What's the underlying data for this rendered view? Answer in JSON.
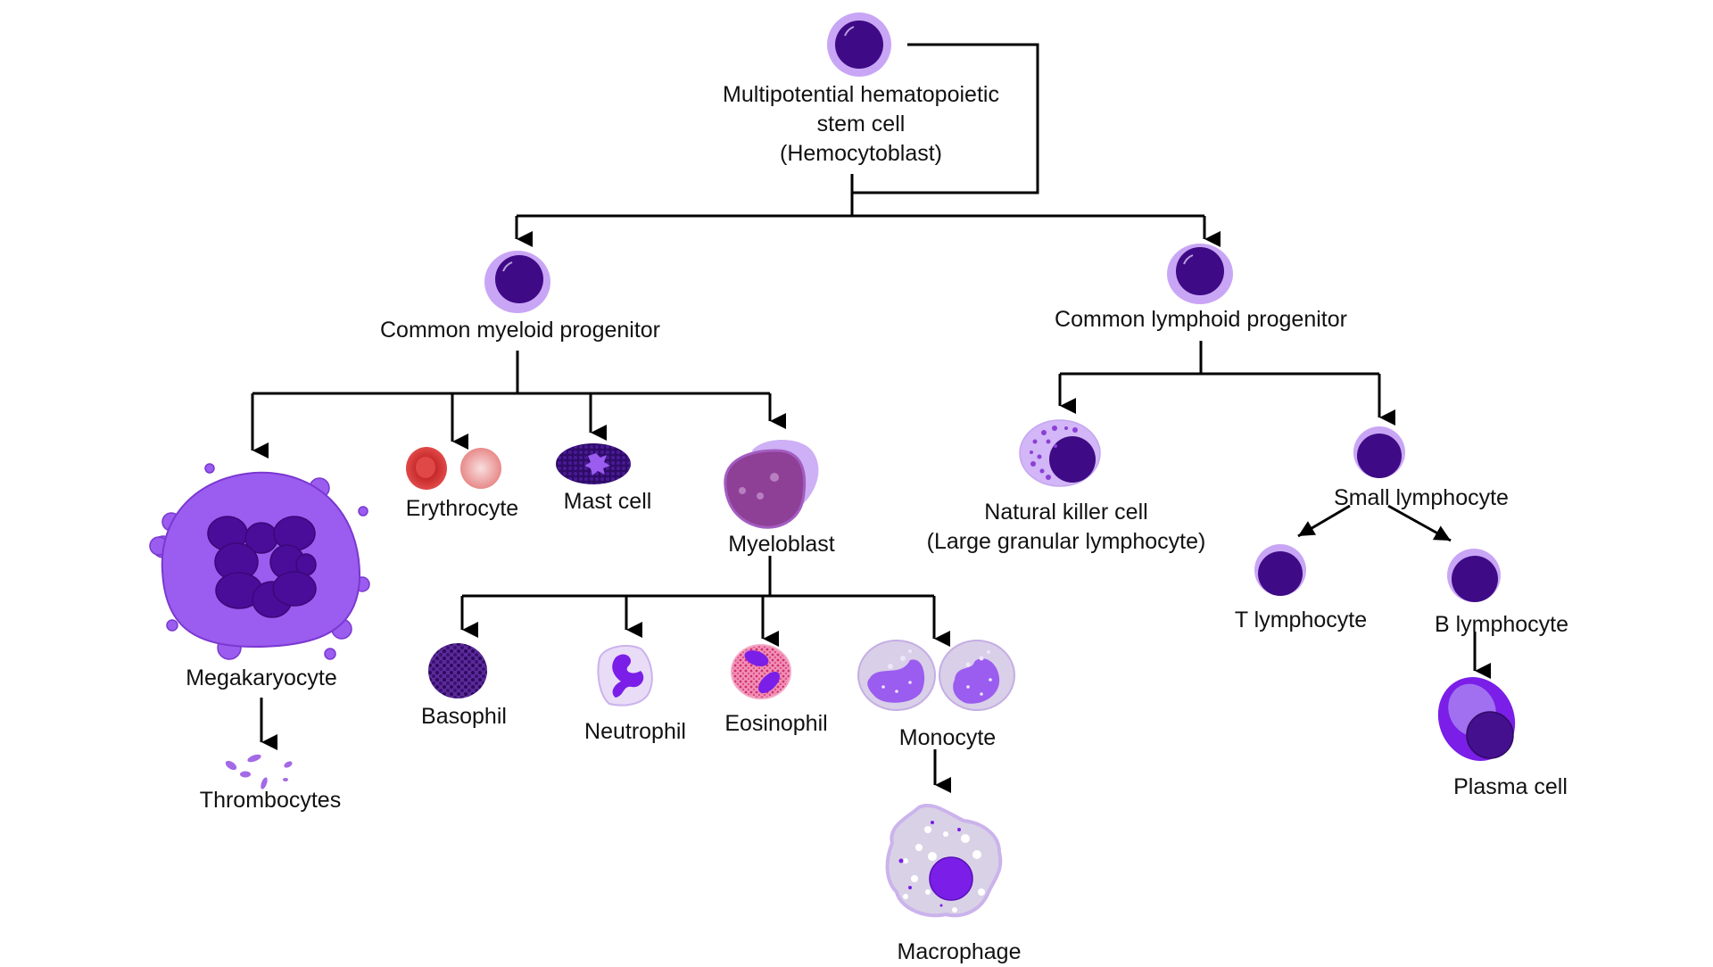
{
  "title": "Hematopoiesis lineage diagram",
  "colors": {
    "nucleus": "#3f0a85",
    "cytoplasm": "#c9a6f5",
    "megakaryocyte": "#9b5cf0",
    "erythrocyte": "#d63a3a",
    "erythrocyte_light": "#f0a8a8",
    "myeloblast": "#8e3f96",
    "monocyte": "#d9cfe8",
    "plasma": "#7a1ee8",
    "arrow": "#000000"
  },
  "cells": {
    "stem": {
      "label_lines": [
        "Multipotential hematopoietic",
        "stem cell",
        "(Hemocytoblast)"
      ]
    },
    "myeloid_progenitor": {
      "label": "Common myeloid progenitor"
    },
    "lymphoid_progenitor": {
      "label": "Common lymphoid progenitor"
    },
    "megakaryocyte": {
      "label": "Megakaryocyte"
    },
    "thrombocytes": {
      "label": "Thrombocytes"
    },
    "erythrocyte": {
      "label": "Erythrocyte"
    },
    "mast_cell": {
      "label": "Mast cell"
    },
    "myeloblast": {
      "label": "Myeloblast"
    },
    "basophil": {
      "label": "Basophil"
    },
    "neutrophil": {
      "label": "Neutrophil"
    },
    "eosinophil": {
      "label": "Eosinophil"
    },
    "monocyte": {
      "label": "Monocyte"
    },
    "macrophage": {
      "label": "Macrophage"
    },
    "nk_cell": {
      "label_lines": [
        "Natural killer cell",
        "(Large granular lymphocyte)"
      ]
    },
    "small_lymphocyte": {
      "label": "Small lymphocyte"
    },
    "t_lymphocyte": {
      "label": "T lymphocyte"
    },
    "b_lymphocyte": {
      "label": "B lymphocyte"
    },
    "plasma_cell": {
      "label": "Plasma cell"
    }
  }
}
